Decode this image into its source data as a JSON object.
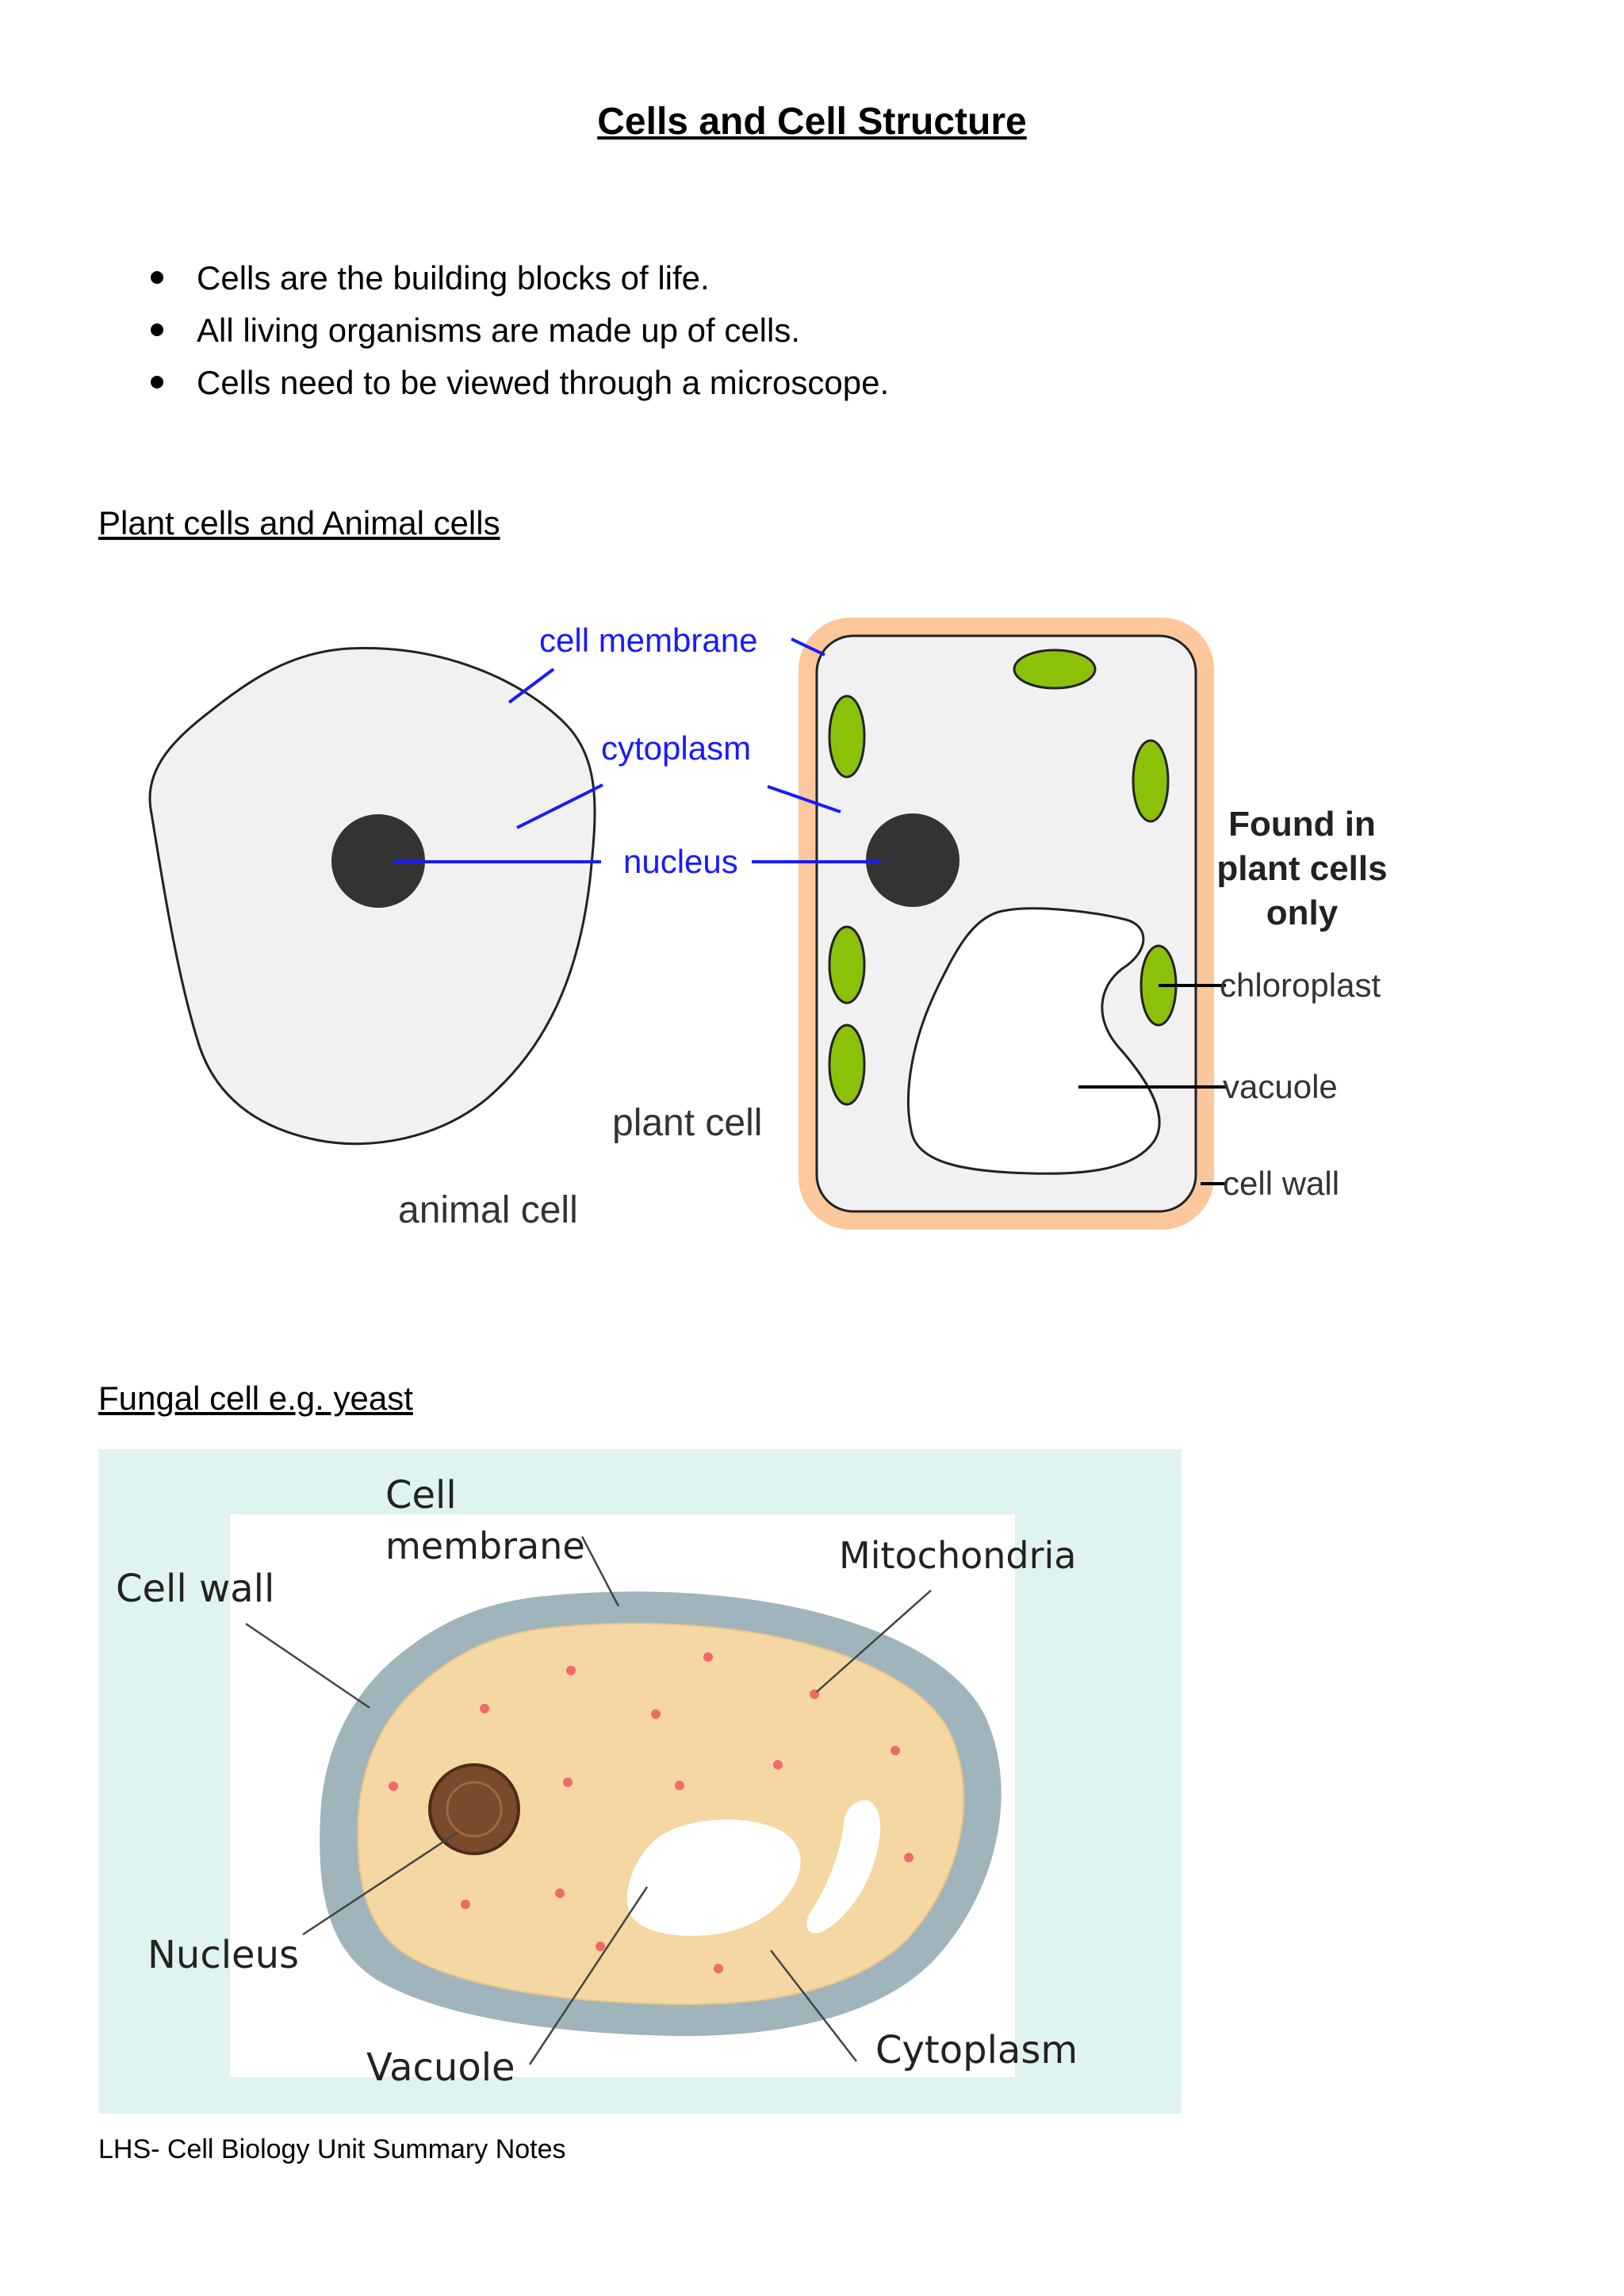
{
  "document": {
    "title": "Cells and Cell Structure",
    "bullets": [
      "Cells are the building blocks of life.",
      "All living organisms are made up of cells.",
      "Cells need to be viewed through a microscope."
    ],
    "section1_heading": "Plant cells and Animal cells",
    "section2_heading": "Fungal cell e.g. yeast",
    "footer": "LHS- Cell Biology Unit Summary Notes"
  },
  "figure1": {
    "labels": {
      "cell_membrane": "cell membrane",
      "cytoplasm": "cytoplasm",
      "nucleus": "nucleus",
      "animal_cell": "animal cell",
      "plant_cell": "plant cell",
      "found_in_line1": "Found in",
      "found_in_line2": "plant cells",
      "found_in_line3": "only",
      "chloroplast": "chloroplast",
      "vacuole": "vacuole",
      "cell_wall": "cell wall"
    },
    "colors": {
      "label_blue": "#1a1aff",
      "cell_fill": "#f1f1f1",
      "nucleus": "#333333",
      "chloroplast": "#8cc10a",
      "plant_wall": "#fbc79b"
    }
  },
  "figure2": {
    "labels": {
      "cell_membrane_line1": "Cell",
      "cell_membrane_line2": "membrane",
      "cell_wall": "Cell wall",
      "mitochondria": "Mitochondria",
      "nucleus": "Nucleus",
      "vacuole": "Vacuole",
      "cytoplasm": "Cytoplasm"
    },
    "colors": {
      "background": "#dff3f1",
      "panel": "#ffffff",
      "wall": "#9fb4bb",
      "cytoplasm": "#f5d7a3",
      "mitochondria_dots": "#ef6a6a",
      "nucleus": "#7a4a2c"
    }
  }
}
